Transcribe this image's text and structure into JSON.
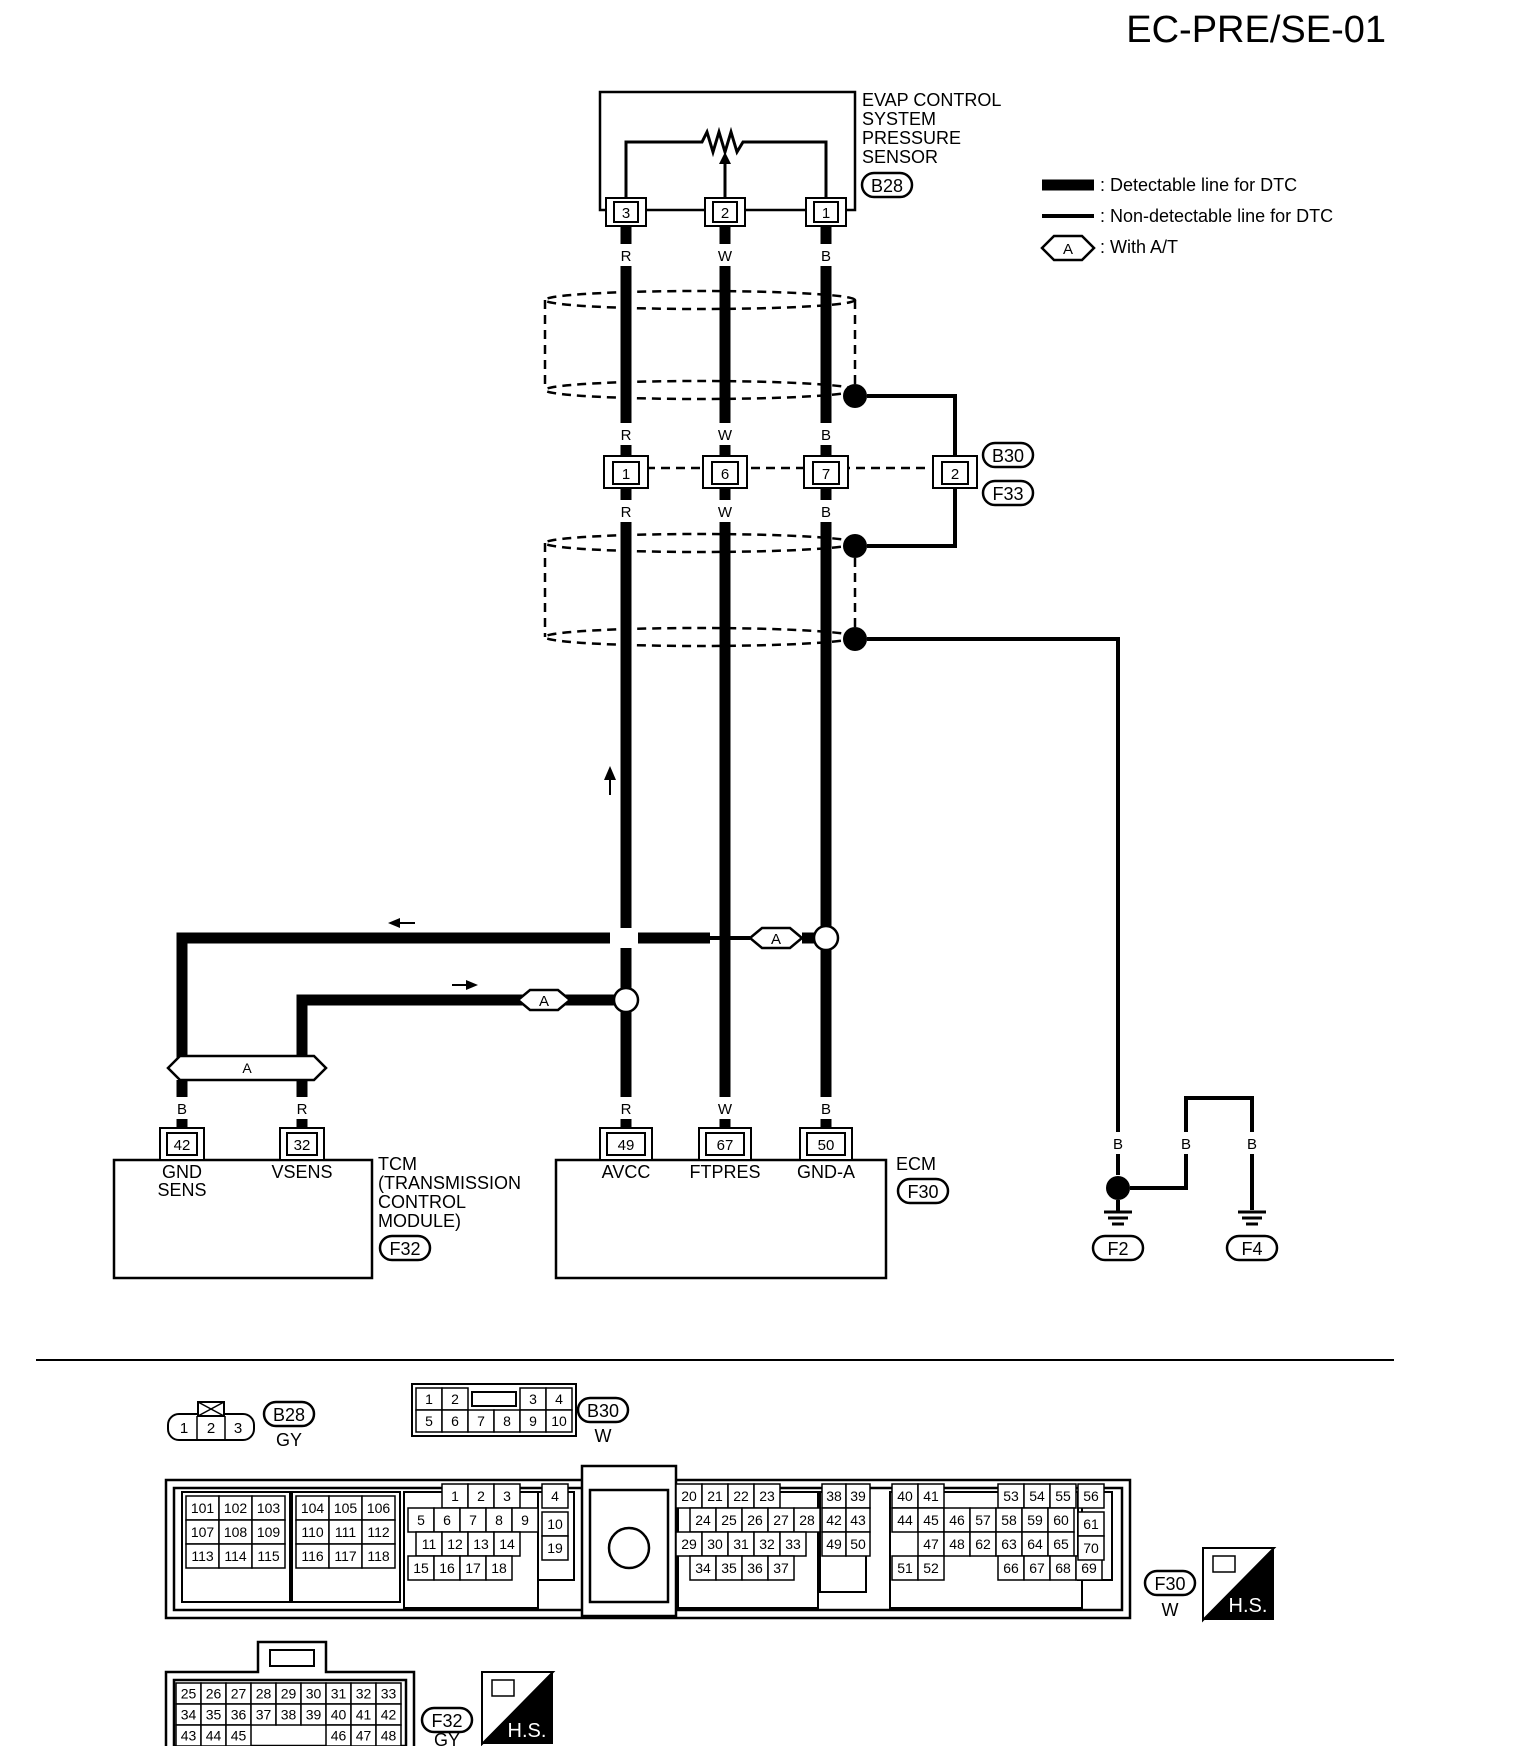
{
  "page_code": "EC-PRE/SE-01",
  "legend": {
    "detectable": ": Detectable line for DTC",
    "non_detectable": ": Non-detectable line for DTC",
    "option_tag": "A",
    "option_text": ": With A/T"
  },
  "sensor": {
    "name_lines": [
      "EVAP CONTROL",
      "SYSTEM",
      "PRESSURE",
      "SENSOR"
    ],
    "connector": "B28",
    "pins": [
      "3",
      "2",
      "1"
    ]
  },
  "wire_colors": {
    "r": "R",
    "w": "W",
    "b": "B"
  },
  "junction": {
    "pins": [
      "1",
      "6",
      "7",
      "2"
    ],
    "connectors": [
      "B30",
      "F33"
    ]
  },
  "tcm": {
    "name_lines": [
      "TCM",
      "(TRANSMISSION",
      "CONTROL",
      "MODULE)"
    ],
    "connector": "F32",
    "pins": [
      "42",
      "32"
    ],
    "pin_labels": [
      [
        "GND",
        "SENS"
      ],
      [
        "VSENS"
      ]
    ],
    "splice_tag": "A"
  },
  "ecm": {
    "name": "ECM",
    "connector": "F30",
    "pins": [
      "49",
      "67",
      "50"
    ],
    "pin_labels": [
      "AVCC",
      "FTPRES",
      "GND-A"
    ]
  },
  "grounds": [
    "F2",
    "F4"
  ],
  "connector_views": {
    "b28": {
      "id": "B28",
      "color": "GY",
      "pins": [
        "1",
        "2",
        "3"
      ]
    },
    "b30": {
      "id": "B30",
      "color": "W",
      "top": [
        "1",
        "2",
        "3",
        "4"
      ],
      "bottom": [
        "5",
        "6",
        "7",
        "8",
        "9",
        "10"
      ]
    },
    "f30": {
      "id": "F30",
      "color": "W",
      "badge": "H.S.",
      "g1": [
        [
          "101",
          "102",
          "103"
        ],
        [
          "107",
          "108",
          "109"
        ],
        [
          "113",
          "114",
          "115"
        ]
      ],
      "g2": [
        [
          "104",
          "105",
          "106"
        ],
        [
          "110",
          "111",
          "112"
        ],
        [
          "116",
          "117",
          "118"
        ]
      ],
      "g3": [
        [
          "1",
          "2",
          "3"
        ],
        [
          "5",
          "6",
          "7",
          "8",
          "9"
        ],
        [
          "11",
          "12",
          "13",
          "14"
        ],
        [
          "15",
          "16",
          "17",
          "18"
        ]
      ],
      "g4": [
        "4",
        "10",
        "19"
      ],
      "g5": [
        [
          "20",
          "21",
          "22",
          "23"
        ],
        [
          "24",
          "25",
          "26",
          "27",
          "28"
        ],
        [
          "29",
          "30",
          "31",
          "32",
          "33"
        ],
        [
          "34",
          "35",
          "36",
          "37"
        ]
      ],
      "g6": [
        [
          "38",
          "39"
        ],
        [
          "42",
          "43"
        ],
        [
          "49",
          "50"
        ]
      ],
      "g7": [
        [
          "40",
          "41",
          "53",
          "54",
          "55"
        ],
        [
          "44",
          "45",
          "46",
          "57",
          "58",
          "59",
          "60"
        ],
        [
          "47",
          "48",
          "62",
          "63",
          "64",
          "65"
        ],
        [
          "51",
          "52",
          "66",
          "67",
          "68",
          "69"
        ]
      ],
      "g8": [
        "56",
        "61",
        "70"
      ]
    },
    "f32": {
      "id": "F32",
      "color": "GY",
      "badge": "H.S.",
      "rows": [
        [
          "25",
          "26",
          "27",
          "28",
          "29",
          "30",
          "31",
          "32",
          "33"
        ],
        [
          "34",
          "35",
          "36",
          "37",
          "38",
          "39",
          "40",
          "41",
          "42"
        ],
        [
          "43",
          "44",
          "45",
          "46",
          "47",
          "48"
        ]
      ]
    }
  }
}
